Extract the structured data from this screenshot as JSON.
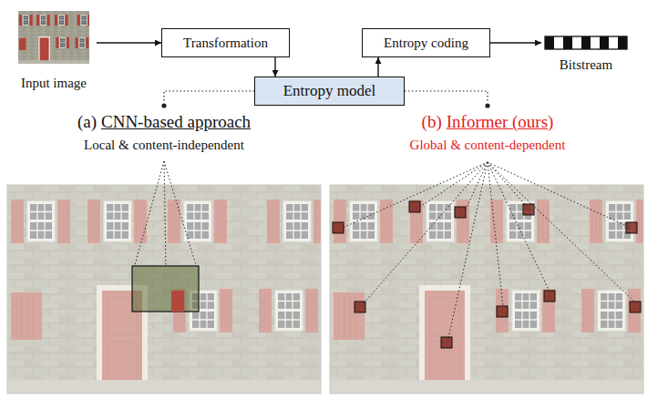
{
  "diagram": {
    "nodes": [
      {
        "text": [
          "Input image"
        ]
      },
      {
        "text": [
          "Transformation"
        ]
      },
      {
        "text": [
          "Entropy coding"
        ]
      },
      {
        "text": [
          "Bitstream"
        ]
      },
      {
        "text": [
          "Entropy model"
        ]
      }
    ],
    "edges": [
      {
        "from": 0,
        "to": 1,
        "arrow": "to"
      },
      {
        "from": 1,
        "to": 4,
        "arrow": "to"
      },
      {
        "from": 4,
        "to": 2,
        "arrow": "to"
      },
      {
        "from": 2,
        "to": 3,
        "arrow": "to"
      }
    ],
    "labels": [
      "(a)",
      "CNN-based approach",
      "Local & content-independent",
      "(b)",
      "Informer (ours)",
      "Global & content-dependent"
    ]
  }
}
